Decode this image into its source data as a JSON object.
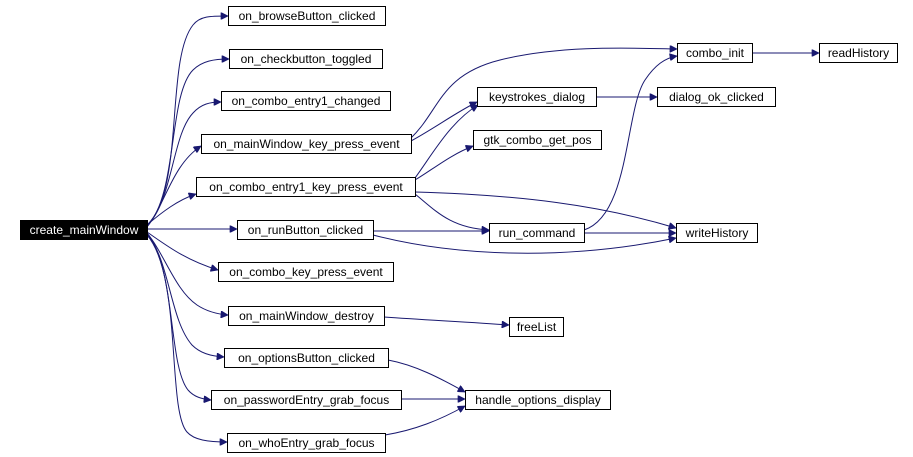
{
  "graph": {
    "nodes": [
      {
        "id": "create_mainWindow",
        "label": "create_mainWindow",
        "root": true
      },
      {
        "id": "on_browseButton_clicked",
        "label": "on_browseButton_clicked"
      },
      {
        "id": "on_checkbutton_toggled",
        "label": "on_checkbutton_toggled"
      },
      {
        "id": "on_combo_entry1_changed",
        "label": "on_combo_entry1_changed"
      },
      {
        "id": "on_mainWindow_key_press_event",
        "label": "on_mainWindow_key_press_event"
      },
      {
        "id": "on_combo_entry1_key_press_event",
        "label": "on_combo_entry1_key_press_event"
      },
      {
        "id": "on_runButton_clicked",
        "label": "on_runButton_clicked"
      },
      {
        "id": "on_combo_key_press_event",
        "label": "on_combo_key_press_event"
      },
      {
        "id": "on_mainWindow_destroy",
        "label": "on_mainWindow_destroy"
      },
      {
        "id": "on_optionsButton_clicked",
        "label": "on_optionsButton_clicked"
      },
      {
        "id": "on_passwordEntry_grab_focus",
        "label": "on_passwordEntry_grab_focus"
      },
      {
        "id": "on_whoEntry_grab_focus",
        "label": "on_whoEntry_grab_focus"
      },
      {
        "id": "combo_init",
        "label": "combo_init"
      },
      {
        "id": "readHistory",
        "label": "readHistory"
      },
      {
        "id": "keystrokes_dialog",
        "label": "keystrokes_dialog"
      },
      {
        "id": "dialog_ok_clicked",
        "label": "dialog_ok_clicked"
      },
      {
        "id": "gtk_combo_get_pos",
        "label": "gtk_combo_get_pos"
      },
      {
        "id": "run_command",
        "label": "run_command"
      },
      {
        "id": "writeHistory",
        "label": "writeHistory"
      },
      {
        "id": "freeList",
        "label": "freeList"
      },
      {
        "id": "handle_options_display",
        "label": "handle_options_display"
      }
    ],
    "edges": [
      {
        "from": "create_mainWindow",
        "to": "on_browseButton_clicked"
      },
      {
        "from": "create_mainWindow",
        "to": "on_checkbutton_toggled"
      },
      {
        "from": "create_mainWindow",
        "to": "on_combo_entry1_changed"
      },
      {
        "from": "create_mainWindow",
        "to": "on_mainWindow_key_press_event"
      },
      {
        "from": "create_mainWindow",
        "to": "on_combo_entry1_key_press_event"
      },
      {
        "from": "create_mainWindow",
        "to": "on_runButton_clicked"
      },
      {
        "from": "create_mainWindow",
        "to": "on_combo_key_press_event"
      },
      {
        "from": "create_mainWindow",
        "to": "on_mainWindow_destroy"
      },
      {
        "from": "create_mainWindow",
        "to": "on_optionsButton_clicked"
      },
      {
        "from": "create_mainWindow",
        "to": "on_passwordEntry_grab_focus"
      },
      {
        "from": "create_mainWindow",
        "to": "on_whoEntry_grab_focus"
      },
      {
        "from": "on_mainWindow_key_press_event",
        "to": "combo_init"
      },
      {
        "from": "on_mainWindow_key_press_event",
        "to": "keystrokes_dialog"
      },
      {
        "from": "on_combo_entry1_key_press_event",
        "to": "keystrokes_dialog"
      },
      {
        "from": "on_combo_entry1_key_press_event",
        "to": "gtk_combo_get_pos"
      },
      {
        "from": "on_combo_entry1_key_press_event",
        "to": "run_command"
      },
      {
        "from": "on_combo_entry1_key_press_event",
        "to": "writeHistory"
      },
      {
        "from": "on_runButton_clicked",
        "to": "run_command"
      },
      {
        "from": "on_runButton_clicked",
        "to": "writeHistory"
      },
      {
        "from": "combo_init",
        "to": "readHistory"
      },
      {
        "from": "keystrokes_dialog",
        "to": "dialog_ok_clicked"
      },
      {
        "from": "run_command",
        "to": "combo_init"
      },
      {
        "from": "run_command",
        "to": "writeHistory"
      },
      {
        "from": "on_mainWindow_destroy",
        "to": "freeList"
      },
      {
        "from": "on_optionsButton_clicked",
        "to": "handle_options_display"
      },
      {
        "from": "on_passwordEntry_grab_focus",
        "to": "handle_options_display"
      },
      {
        "from": "on_whoEntry_grab_focus",
        "to": "handle_options_display"
      }
    ]
  },
  "colors": {
    "edge": "#191970",
    "node_border": "#000000",
    "node_fill": "#ffffff",
    "root_fill": "#000000",
    "root_text": "#ffffff",
    "background": "#ffffff"
  }
}
